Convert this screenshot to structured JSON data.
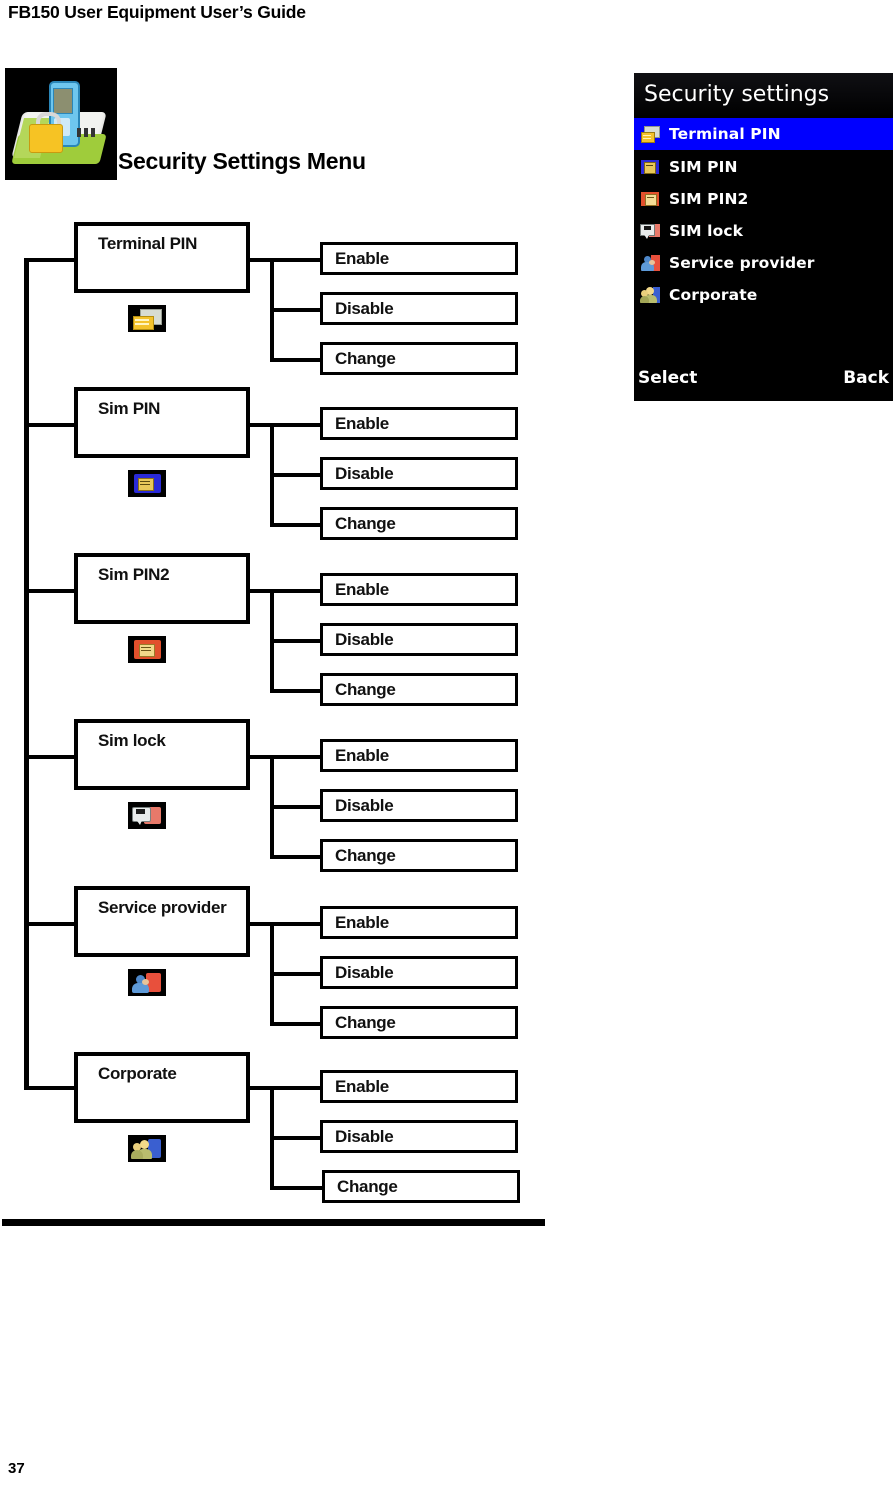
{
  "header": {
    "title": "FB150 User Equipment User’s Guide"
  },
  "section": {
    "title": "Security Settings Menu",
    "icon": "security-phone-padlock-icon"
  },
  "flowchart": {
    "options_labels": [
      "Enable",
      "Disable",
      "Change"
    ],
    "nodes": [
      {
        "label": "Terminal PIN",
        "icon": "terminal-pin-icon",
        "options": [
          "Enable",
          "Disable",
          "Change"
        ]
      },
      {
        "label": "Sim PIN",
        "icon": "sim-pin-icon",
        "options": [
          "Enable",
          "Disable",
          "Change"
        ]
      },
      {
        "label": "Sim PIN2",
        "icon": "sim-pin2-icon",
        "options": [
          "Enable",
          "Disable",
          "Change"
        ]
      },
      {
        "label": "Sim lock",
        "icon": "sim-lock-icon",
        "options": [
          "Enable",
          "Disable",
          "Change"
        ]
      },
      {
        "label": "Service provider",
        "icon": "service-provider-icon",
        "options": [
          "Enable",
          "Disable",
          "Change"
        ]
      },
      {
        "label": "Corporate",
        "icon": "corporate-icon",
        "options": [
          "Enable",
          "Disable",
          "Change"
        ]
      }
    ]
  },
  "device": {
    "title": "Security settings",
    "highlight_color": "#0000ff",
    "background_color": "#000000",
    "text_color": "#ffffff",
    "menu_items": [
      {
        "label": "Terminal PIN",
        "icon": "terminal-pin-icon",
        "selected": true
      },
      {
        "label": "SIM PIN",
        "icon": "sim-pin-icon",
        "selected": false
      },
      {
        "label": "SIM PIN2",
        "icon": "sim-pin2-icon",
        "selected": false
      },
      {
        "label": "SIM lock",
        "icon": "sim-lock-icon",
        "selected": false
      },
      {
        "label": "Service provider",
        "icon": "service-provider-icon",
        "selected": false
      },
      {
        "label": "Corporate",
        "icon": "corporate-icon",
        "selected": false
      }
    ],
    "softkey_left": "Select",
    "softkey_right": "Back"
  },
  "footer": {
    "page_number": "37"
  }
}
